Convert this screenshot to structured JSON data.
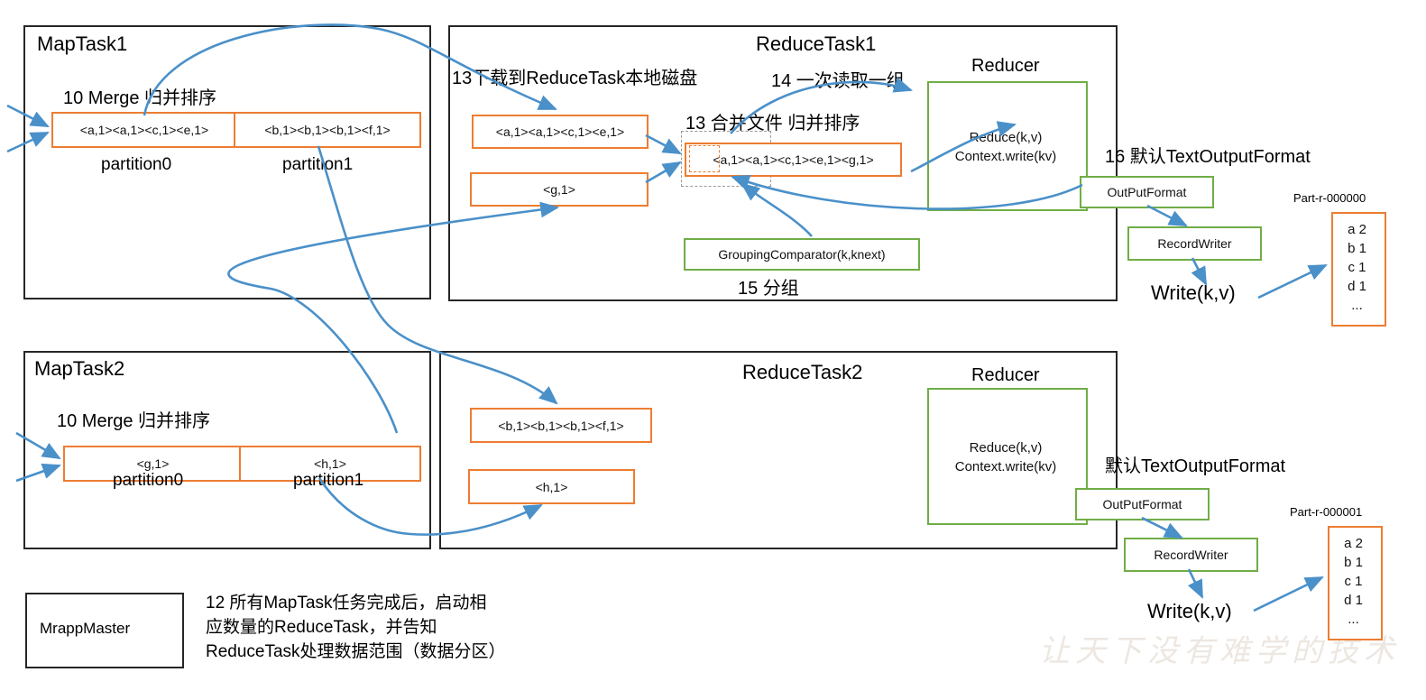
{
  "diagram": {
    "title": "MapReduce Shuffle / Reduce stage diagram",
    "watermark": "让天下没有难学的技术",
    "colors": {
      "orange": "#ED7D31",
      "green": "#70AD47",
      "blue": "#5B9BD5",
      "black": "#262626"
    }
  },
  "maptask1": {
    "title": "MapTask1",
    "merge_label": "10 Merge 归并排序",
    "partition0": {
      "content": "<a,1><a,1><c,1><e,1>",
      "label": "partition0"
    },
    "partition1": {
      "content": "<b,1><b,1><b,1><f,1>",
      "label": "partition1"
    }
  },
  "maptask2": {
    "title": "MapTask2",
    "merge_label": "10 Merge 归并排序",
    "partition0": {
      "content": "<g,1>",
      "label": "partition0"
    },
    "partition1": {
      "content": "<h,1>",
      "label": "partition1"
    }
  },
  "reducetask1": {
    "title": "ReduceTask1",
    "download_label": "13下载到ReduceTask本地磁盘",
    "read_group_label": "14 一次读取一组",
    "merge_files_label": "13 合并文件 归并排序",
    "group_label": "15 分组",
    "files": [
      "<a,1><a,1><c,1><e,1>",
      "<g,1>"
    ],
    "merged": "<a,1><a,1><c,1><e,1><g,1>",
    "grouping_comparator": "GroupingComparator(k,knext)",
    "reducer": {
      "title": "Reducer",
      "line1": "Reduce(k,v)",
      "line2": "Context.write(kv)"
    }
  },
  "reducetask2": {
    "title": "ReduceTask2",
    "files": [
      "<b,1><b,1><b,1><f,1>",
      "<h,1>"
    ],
    "reducer": {
      "title": "Reducer",
      "line1": "Reduce(k,v)",
      "line2": "Context.write(kv)"
    }
  },
  "output1": {
    "format_label": "16 默认TextOutputFormat",
    "outputformat": "OutPutFormat",
    "recordwriter": "RecordWriter",
    "write": "Write(k,v)",
    "part_name": "Part-r-000000",
    "rows": [
      "a 2",
      "b 1",
      "c 1",
      "d 1",
      "..."
    ]
  },
  "output2": {
    "format_label": "默认TextOutputFormat",
    "outputformat": "OutPutFormat",
    "recordwriter": "RecordWriter",
    "write": "Write(k,v)",
    "part_name": "Part-r-000001",
    "rows": [
      "a 2",
      "b 1",
      "c 1",
      "d 1",
      "..."
    ]
  },
  "master": {
    "box_label": "MrappMaster",
    "note": "12 所有MapTask任务完成后，启动相\n应数量的ReduceTask，并告知\nReduceTask处理数据范围（数据分区）"
  }
}
